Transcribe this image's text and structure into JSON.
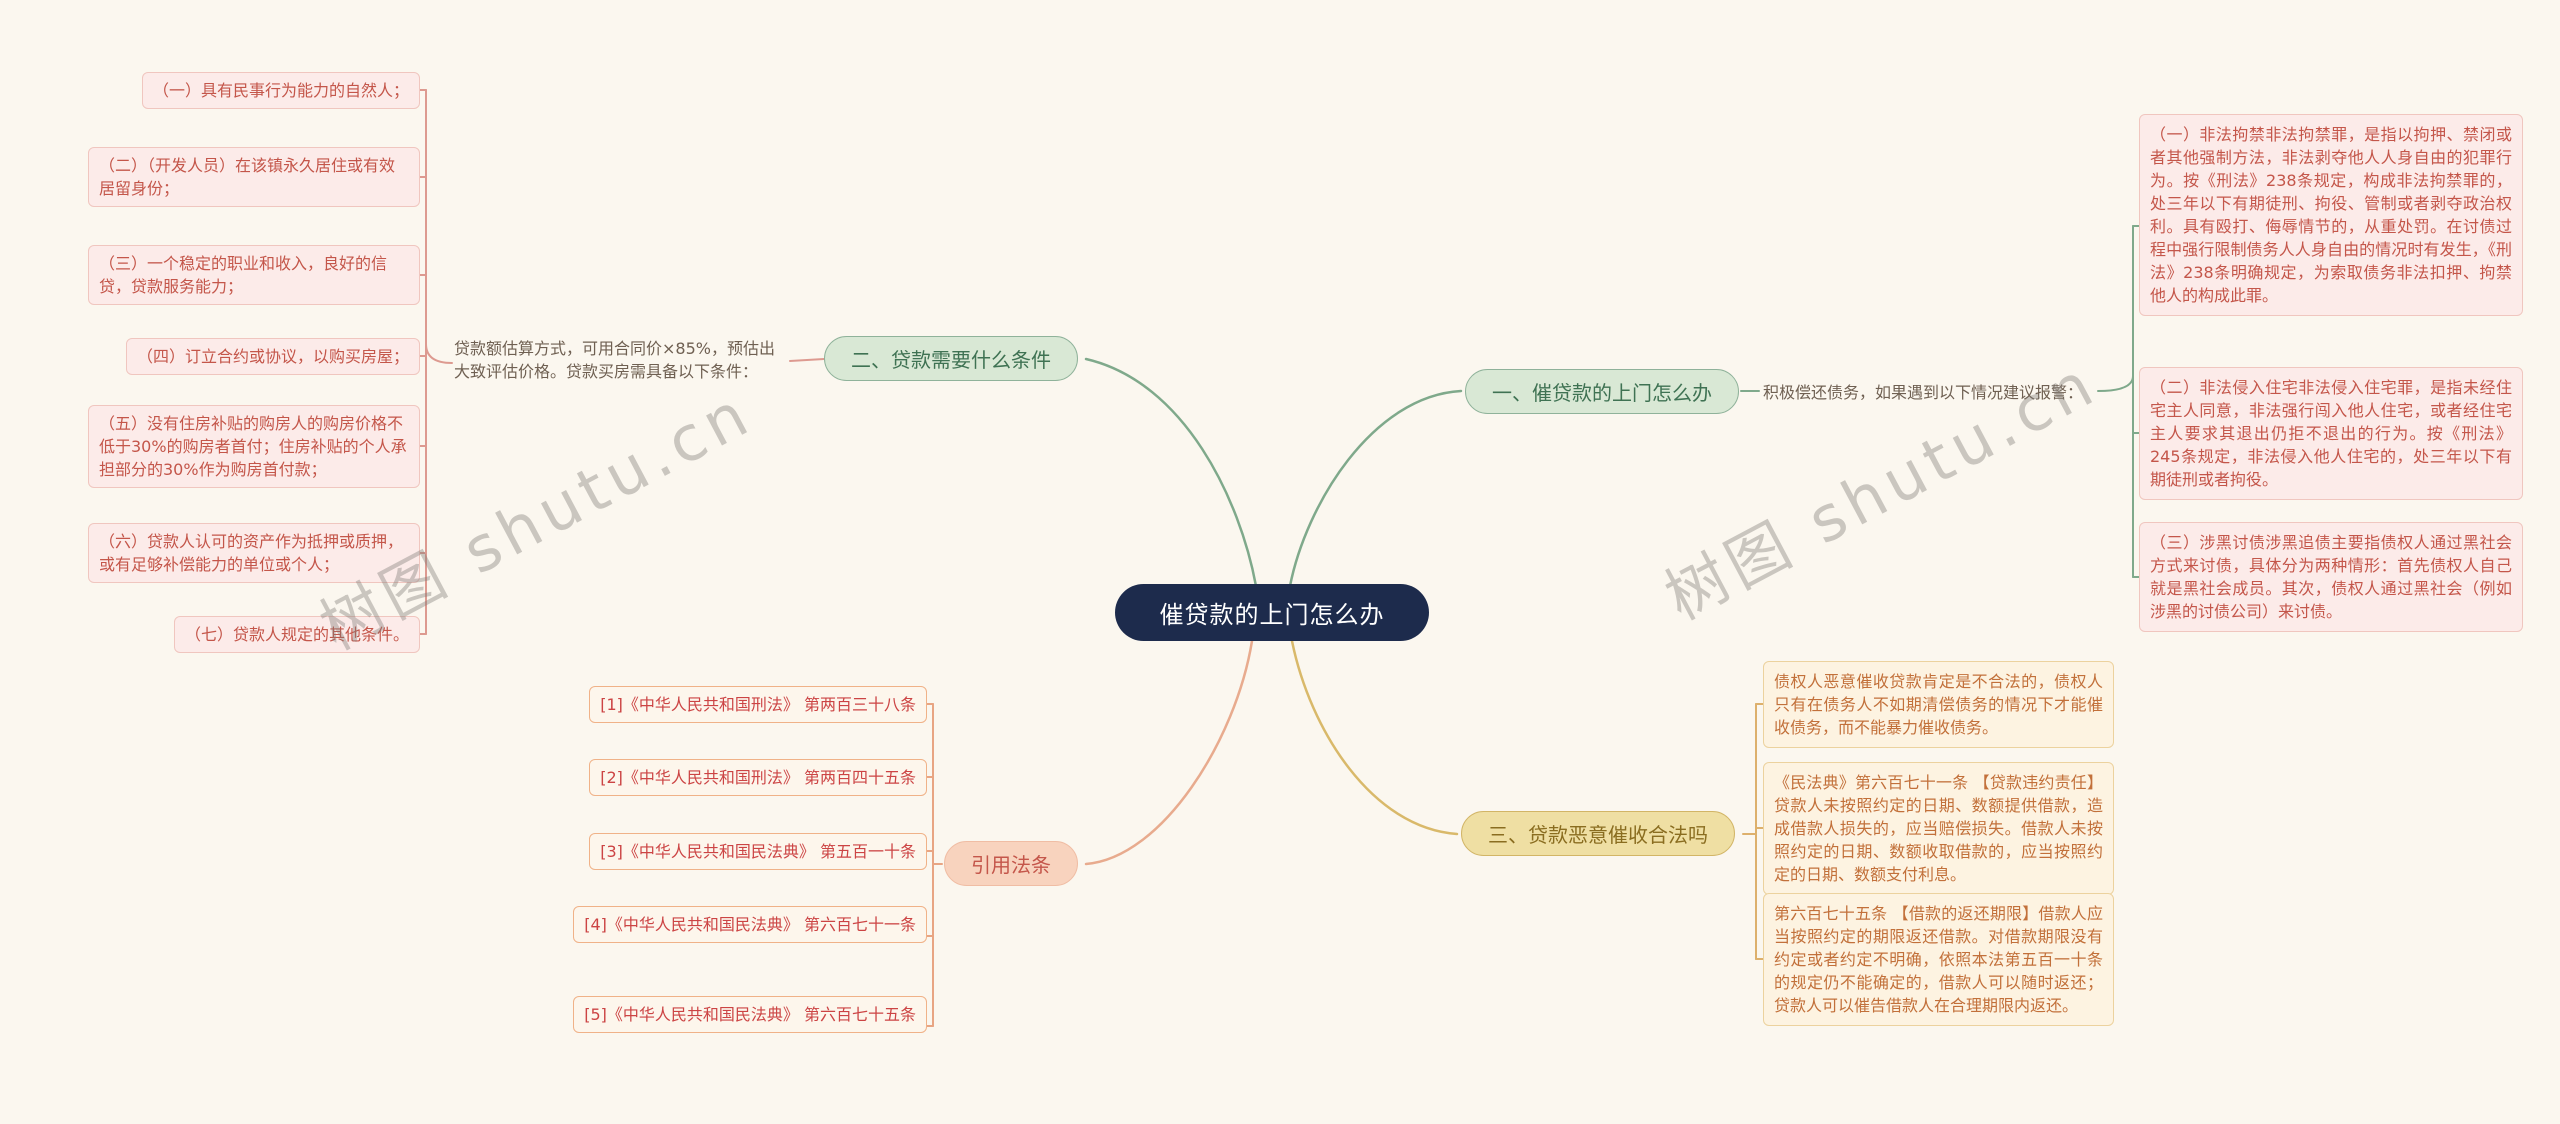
{
  "watermark": {
    "text": "树图 shutu.cn"
  },
  "center": {
    "label": "催贷款的上门怎么办"
  },
  "colors": {
    "background": "#fbf7ef",
    "center_node": "#1d2b4c",
    "branch_green": "#7fa98b",
    "branch_gold": "#d9b96a",
    "branch_salmon": "#e8ab8e",
    "item_red": "#c4564a",
    "item_orange": "#c2703a",
    "law_red": "#cc4444"
  },
  "branches": {
    "conditions": {
      "label": "二、贷款需要什么条件",
      "note": "贷款额估算方式，可用合同价×85%，预估出大致评估价格。贷款买房需具备以下条件：",
      "items": [
        "（一）具有民事行为能力的自然人；",
        "（二）（开发人员）在该镇永久居住或有效居留身份；",
        "（三）一个稳定的职业和收入，良好的信贷，贷款服务能力；",
        "（四）订立合约或协议，以购买房屋；",
        "（五）没有住房补贴的购房人的购房价格不低于30%的购房者首付；住房补贴的个人承担部分的30%作为购房首付款；",
        "（六）贷款人认可的资产作为抵押或质押，或有足够补偿能力的单位或个人；",
        "（七）贷款人规定的其他条件。"
      ]
    },
    "door": {
      "label": "一、催贷款的上门怎么办",
      "note": "积极偿还债务，如果遇到以下情况建议报警：",
      "items": [
        "（一）非法拘禁非法拘禁罪，是指以拘押、禁闭或者其他强制方法，非法剥夺他人人身自由的犯罪行为。按《刑法》238条规定，构成非法拘禁罪的，处三年以下有期徒刑、拘役、管制或者剥夺政治权利。具有殴打、侮辱情节的，从重处罚。在讨债过程中强行限制债务人人身自由的情况时有发生，《刑法》238条明确规定，为索取债务非法扣押、拘禁他人的构成此罪。",
        "（二）非法侵入住宅非法侵入住宅罪，是指未经住宅主人同意，非法强行闯入他人住宅，或者经住宅主人要求其退出仍拒不退出的行为。按《刑法》245条规定，非法侵入他人住宅的，处三年以下有期徒刑或者拘役。",
        "（三）涉黑讨债涉黑追债主要指债权人通过黑社会方式来讨债，具体分为两种情形：首先债权人自己就是黑社会成员。其次，债权人通过黑社会（例如涉黑的讨债公司）来讨债。"
      ]
    },
    "illegal": {
      "label": "三、贷款恶意催收合法吗",
      "items": [
        "债权人恶意催收贷款肯定是不合法的，债权人只有在债务人不如期清偿债务的情况下才能催收债务，而不能暴力催收债务。",
        "《民法典》第六百七十一条 【贷款违约责任】贷款人未按照约定的日期、数额提供借款，造成借款人损失的，应当赔偿损失。借款人未按照约定的日期、数额收取借款的，应当按照约定的日期、数额支付利息。",
        "第六百七十五条 【借款的返还期限】借款人应当按照约定的期限返还借款。对借款期限没有约定或者约定不明确，依照本法第五百一十条的规定仍不能确定的，借款人可以随时返还；贷款人可以催告借款人在合理期限内返还。"
      ]
    },
    "laws": {
      "label": "引用法条",
      "items": [
        "[1]《中华人民共和国刑法》 第两百三十八条",
        "[2]《中华人民共和国刑法》 第两百四十五条",
        "[3]《中华人民共和国民法典》 第五百一十条",
        "[4]《中华人民共和国民法典》 第六百七十一条",
        "[5]《中华人民共和国民法典》 第六百七十五条"
      ]
    }
  }
}
